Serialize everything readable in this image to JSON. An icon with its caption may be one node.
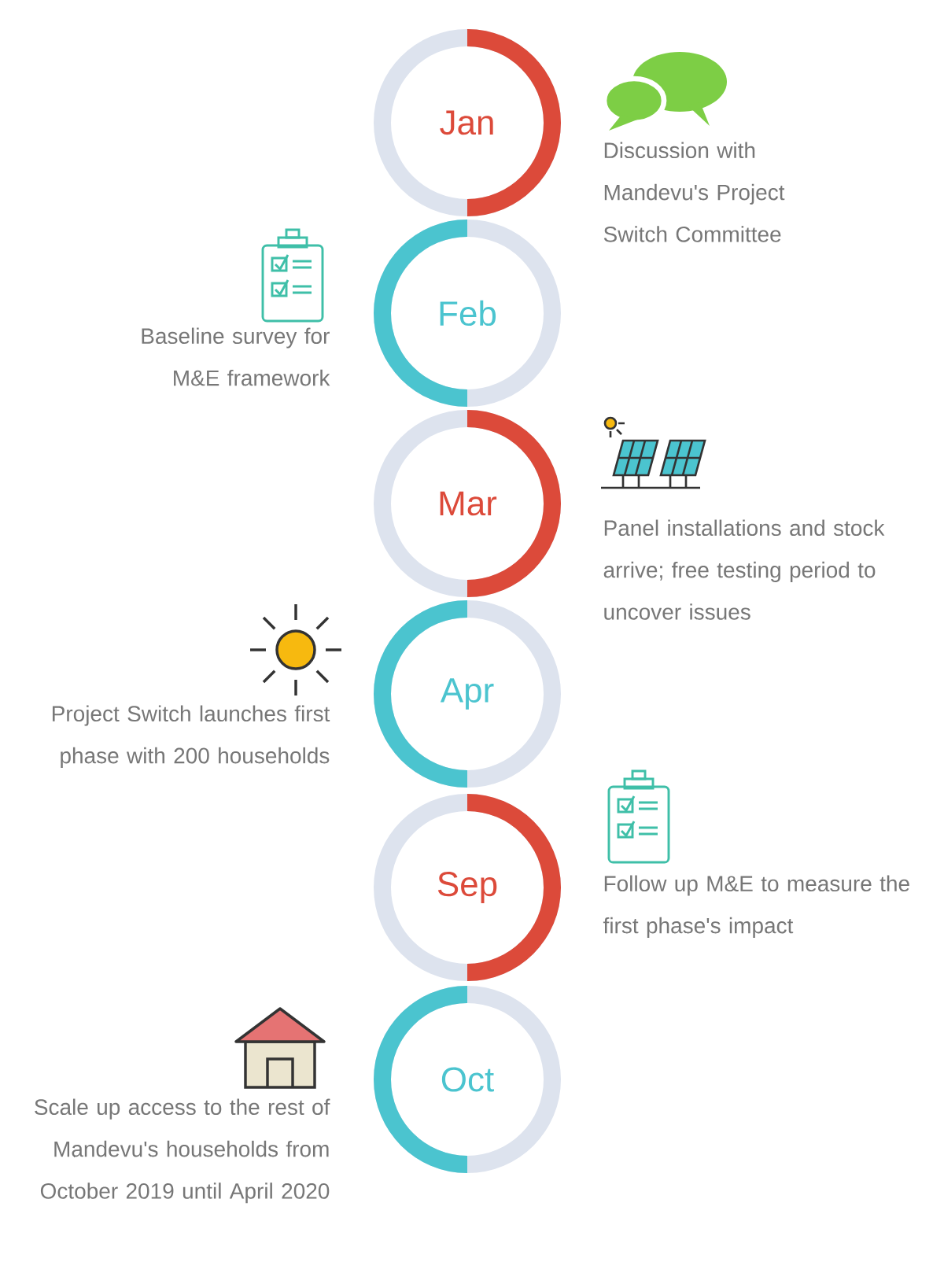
{
  "diagram": {
    "nodes": [
      {
        "text": [
          "Jan"
        ],
        "beside": [
          "Discussion with Mandevu's Project Switch Committee"
        ]
      },
      {
        "text": [
          "Feb"
        ],
        "beside": [
          "Baseline survey for M&E framework"
        ]
      },
      {
        "text": [
          "Mar"
        ],
        "beside": [
          "Panel installations and stock arrive; free testing period to uncover issues"
        ]
      },
      {
        "text": [
          "Apr"
        ],
        "beside": [
          "Project Switch launches first phase with 200 households"
        ]
      },
      {
        "text": [
          "Sep"
        ],
        "beside": [
          "Follow up M&E to measure the first phase's impact"
        ]
      },
      {
        "text": [
          "Oct"
        ],
        "beside": [
          "Scale up access to the rest of Mandevu's households from October 2019 until April 2020"
        ]
      }
    ]
  }
}
